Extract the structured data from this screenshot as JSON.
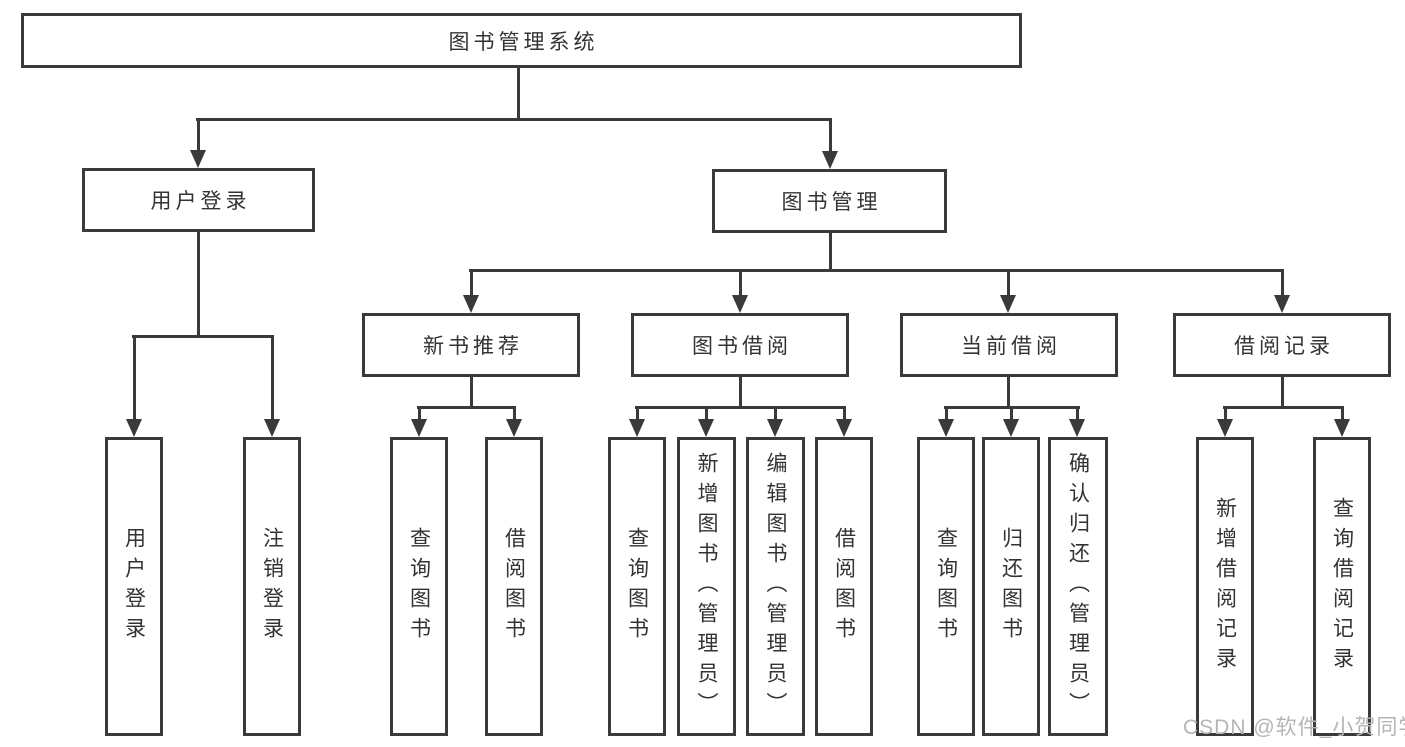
{
  "colors": {
    "line": "#3a3a3a",
    "text": "#333333",
    "watermark": "#b5b5b5"
  },
  "watermark": "CSDN @软件_小贺同学",
  "diagram": {
    "root": {
      "label": "图书管理系统"
    },
    "level2": [
      {
        "label": "用户登录"
      },
      {
        "label": "图书管理"
      }
    ],
    "level3": [
      {
        "label": "新书推荐",
        "parent": "图书管理"
      },
      {
        "label": "图书借阅",
        "parent": "图书管理"
      },
      {
        "label": "当前借阅",
        "parent": "图书管理"
      },
      {
        "label": "借阅记录",
        "parent": "图书管理"
      }
    ],
    "leaves": [
      {
        "label": "用户登录",
        "parent": "用户登录"
      },
      {
        "label": "注销登录",
        "parent": "用户登录"
      },
      {
        "label": "查询图书",
        "parent": "新书推荐"
      },
      {
        "label": "借阅图书",
        "parent": "新书推荐"
      },
      {
        "label": "查询图书",
        "parent": "图书借阅"
      },
      {
        "label": "新增图书（管理员）",
        "parent": "图书借阅"
      },
      {
        "label": "编辑图书（管理员）",
        "parent": "图书借阅"
      },
      {
        "label": "借阅图书",
        "parent": "图书借阅"
      },
      {
        "label": "查询图书",
        "parent": "当前借阅"
      },
      {
        "label": "归还图书",
        "parent": "当前借阅"
      },
      {
        "label": "确认归还（管理员）",
        "parent": "当前借阅"
      },
      {
        "label": "新增借阅记录",
        "parent": "借阅记录"
      },
      {
        "label": "查询借阅记录",
        "parent": "借阅记录"
      }
    ]
  }
}
